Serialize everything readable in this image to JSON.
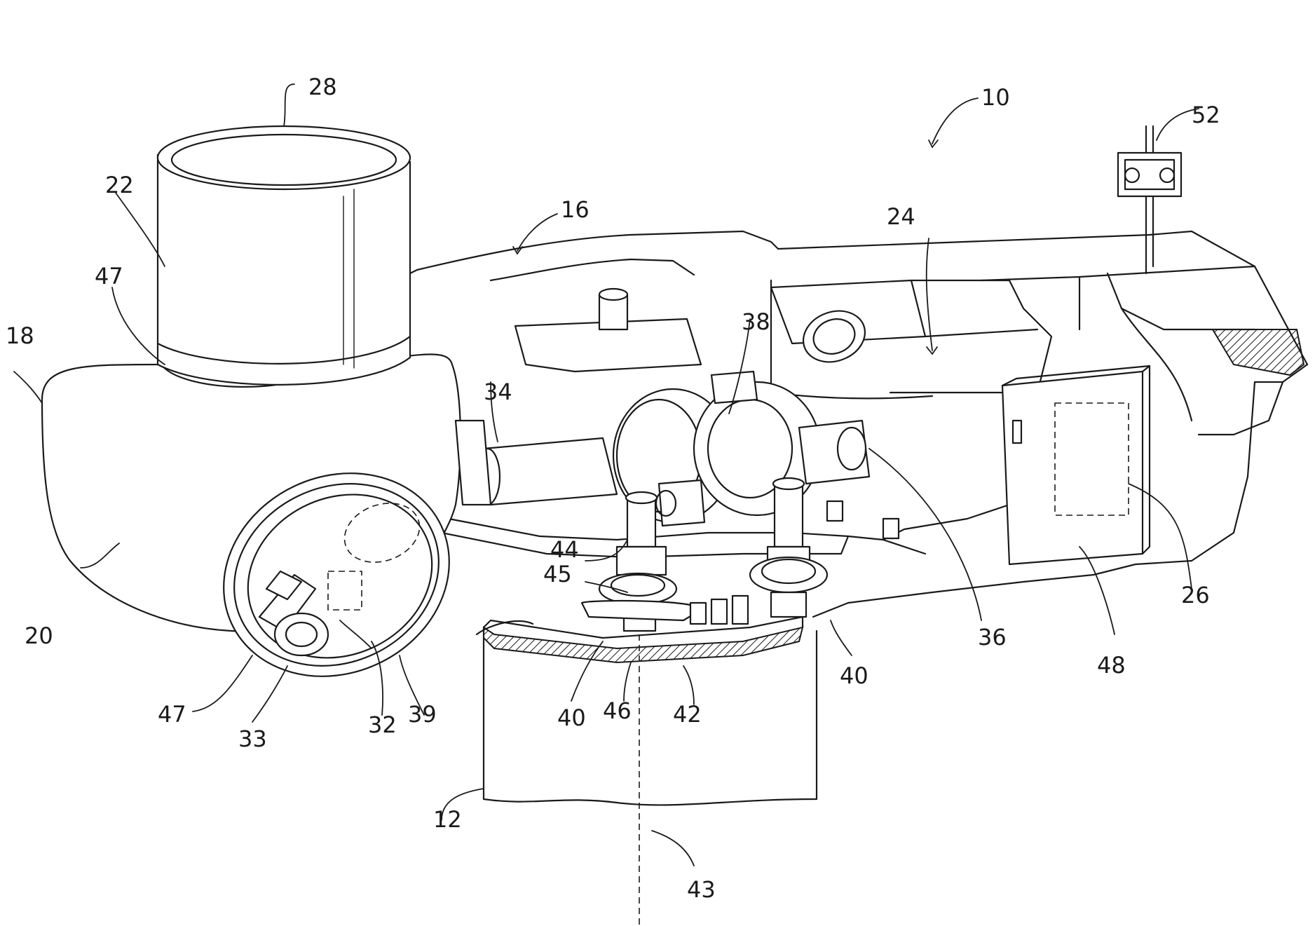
{
  "figure": {
    "description_type": "patent-drawing",
    "colors": {
      "ink": "#1a1a1a",
      "paper": "#ffffff"
    }
  },
  "refs": {
    "r10": "10",
    "r12": "12",
    "r16": "16",
    "r18": "18",
    "r20": "20",
    "r22": "22",
    "r24": "24",
    "r26": "26",
    "r28": "28",
    "r32": "32",
    "r33": "33",
    "r34": "34",
    "r36": "36",
    "r38": "38",
    "r39": "39",
    "r40a": "40",
    "r40b": "40",
    "r42": "42",
    "r43": "43",
    "r44": "44",
    "r45": "45",
    "r46": "46",
    "r47a": "47",
    "r47b": "47",
    "r48": "48",
    "r52": "52"
  }
}
